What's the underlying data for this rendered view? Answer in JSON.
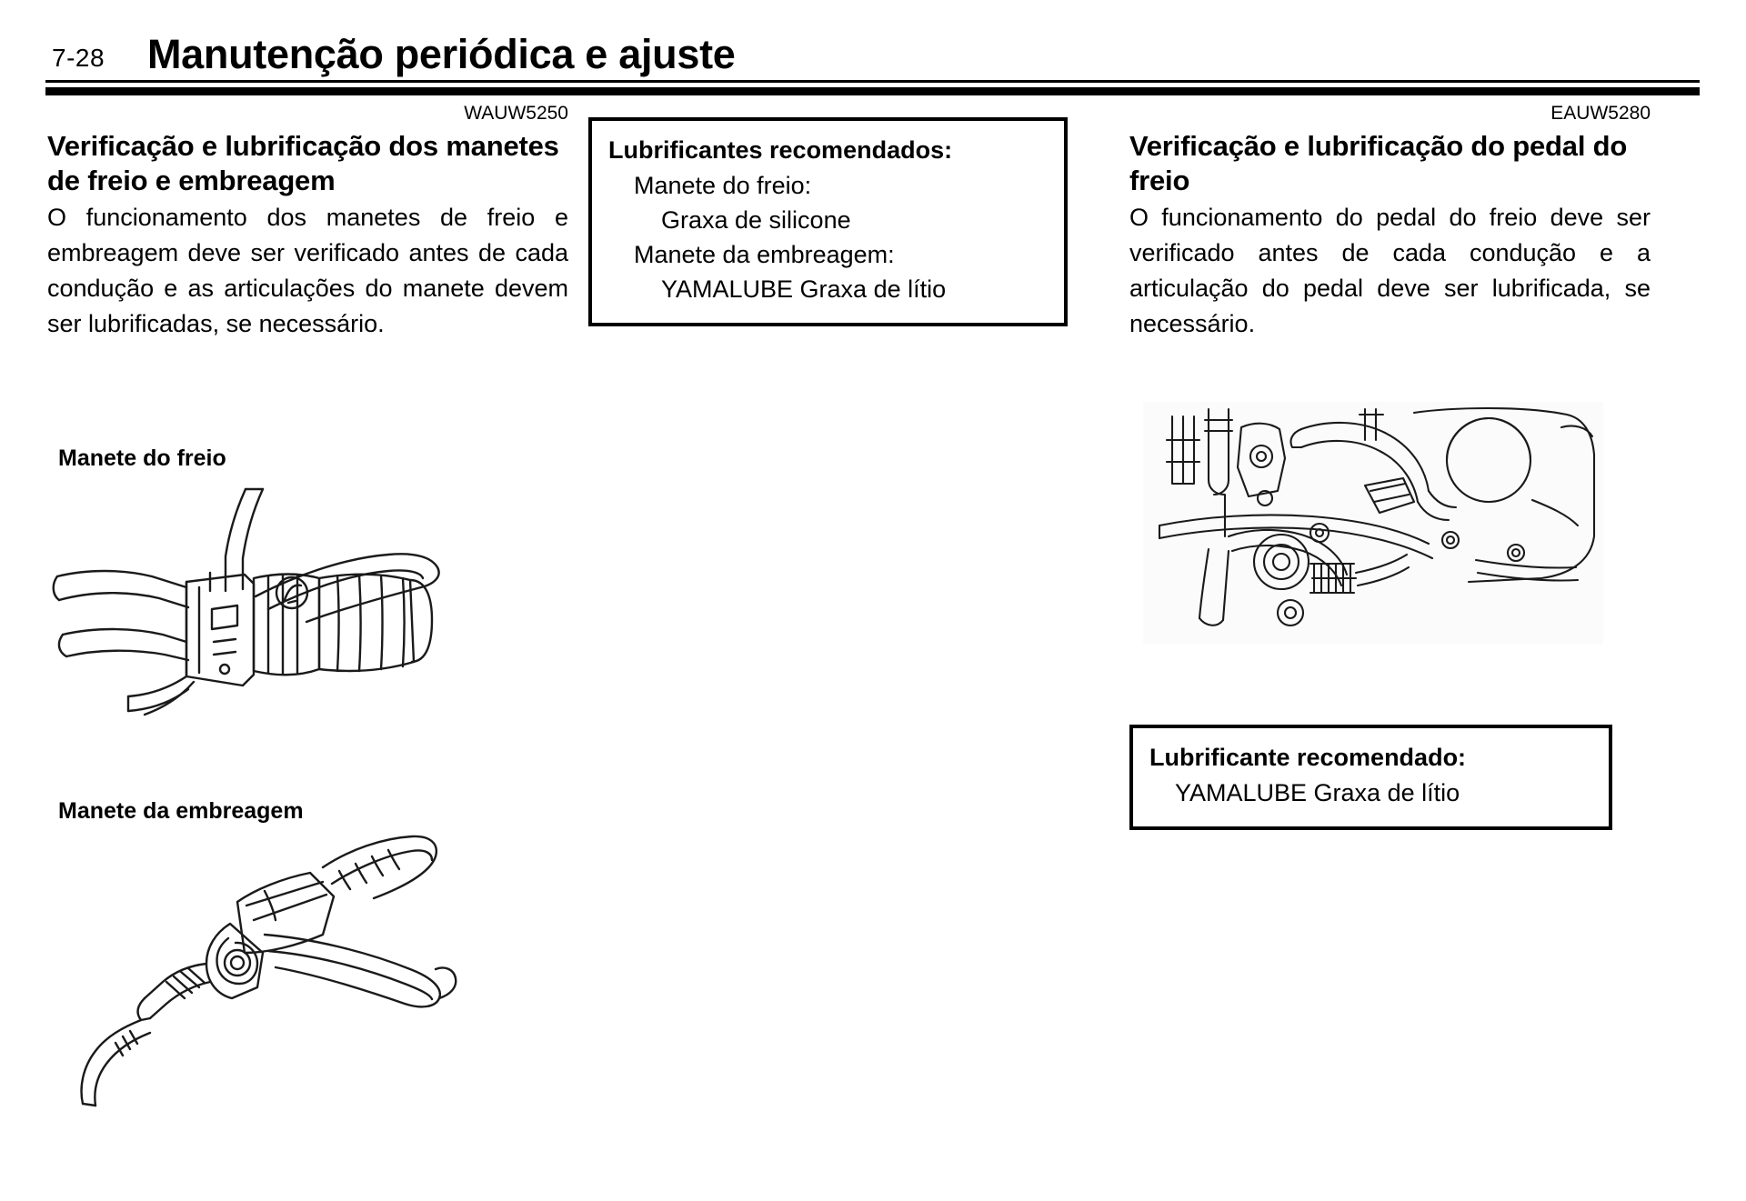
{
  "header": {
    "page_number": "7-28",
    "title": "Manutenção periódica e ajuste"
  },
  "columns": {
    "left": {
      "code": "WAUW5250",
      "heading": "Verificação e lubrificação dos manetes de freio e embreagem",
      "body": "O funcionamento dos manetes de freio e embreagem deve ser verificado antes de cada condução e as articulações do manete devem ser lubrificadas, se necessário.",
      "sub_heading_brake": "Manete do freio",
      "sub_heading_clutch": "Manete da embreagem",
      "illustration_brake_name": "brake-lever-diagram",
      "illustration_clutch_name": "clutch-lever-diagram"
    },
    "center": {
      "box": {
        "title": "Lubrificantes recomendados:",
        "items": [
          {
            "label": "Manete do freio:",
            "value": "Graxa de silicone"
          },
          {
            "label": "Manete da embreagem:",
            "value": "YAMALUBE Graxa de lítio"
          }
        ]
      }
    },
    "right": {
      "code": "EAUW5280",
      "heading": "Verificação e lubrificação do pedal do freio",
      "body": "O funcionamento do pedal do freio deve ser verificado antes de cada condução e a articulação do pedal deve ser lubrificada, se necessário.",
      "illustration_name": "brake-pedal-diagram",
      "box": {
        "title": "Lubrificante recomendado:",
        "value": "YAMALUBE Graxa de lítio"
      }
    }
  },
  "colors": {
    "ink": "#000000",
    "paper": "#ffffff",
    "line_art": "#1a1a1a"
  }
}
